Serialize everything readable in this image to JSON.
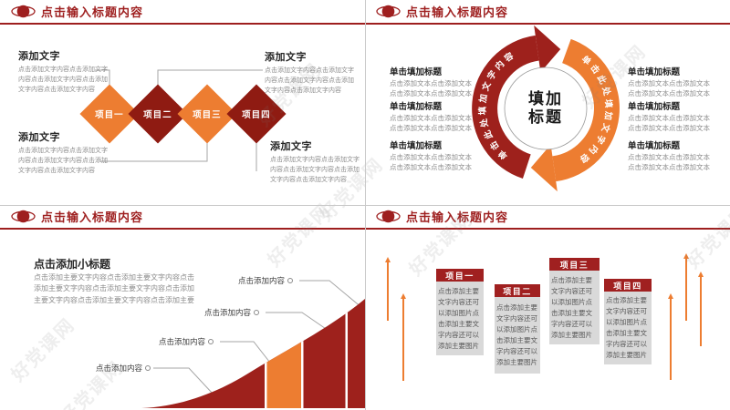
{
  "colors": {
    "primary_red": "#9E1F1F",
    "shape_red": "#8F1B12",
    "chart_red": "#9E211C",
    "orange": "#ED7D31",
    "card_header_red": "#A02020",
    "card_bg": "#D9D9D9",
    "body_gray": "#8C8C8C",
    "dark_text": "#262626",
    "line_gray": "#A6A6A6",
    "divider_gray": "#C9C9C9"
  },
  "watermark": {
    "text": "好党课网"
  },
  "slides": {
    "s1": {
      "header_title": "点击输入标题内容",
      "diamonds": [
        {
          "label": "项目一"
        },
        {
          "label": "项目二"
        },
        {
          "label": "项目三"
        },
        {
          "label": "项目四"
        }
      ],
      "blocks": [
        {
          "heading": "添加文字",
          "body": "点击添加文字内容点击添加文字内容点击添加文字内容点击添加文字内容点击添加文字内容"
        },
        {
          "heading": "添加文字",
          "body": "点击添加文字内容点击添加文字内容点击添加文字内容点击添加文字内容点击添加文字内容"
        },
        {
          "heading": "添加文字",
          "body": "点击添加文字内容点击添加文字内容点击添加文字内容点击添加文字内容点击添加文字内容"
        },
        {
          "heading": "添加文字",
          "body": "点击添加文字内容点击添加文字内容点击添加文字内容点击添加文字内容点击添加文字内容"
        }
      ]
    },
    "s2": {
      "header_title": "点击输入标题内容",
      "center_title_line1": "填加",
      "center_title_line2": "标题",
      "red_arc_text": "单击此处填加文字内容",
      "orange_arc_text": "单击此处填加文字内容",
      "left_blocks": [
        {
          "heading": "单击填加标题",
          "body": "点击添加文本点击添加文本点击添加文本点击添加文本"
        },
        {
          "heading": "单击填加标题",
          "body": "点击添加文本点击添加文本点击添加文本点击添加文本"
        },
        {
          "heading": "单击填加标题",
          "body": "点击添加文本点击添加文本点击添加文本点击添加文本"
        }
      ],
      "right_blocks": [
        {
          "heading": "单击填加标题",
          "body": "点击添加文本点击添加文本点击添加文本点击添加文本"
        },
        {
          "heading": "单击填加标题",
          "body": "点击添加文本点击添加文本点击添加文本点击添加文本"
        },
        {
          "heading": "单击填加标题",
          "body": "点击添加文本点击添加文本点击添加文本点击添加文本"
        }
      ]
    },
    "s3": {
      "header_title": "点击输入标题内容",
      "subtitle": "点击添加小标题",
      "body": "点击添加主要文字内容点击添加主要文字内容点击添加主要文字内容点击添加主要文字内容点击添加主要文字内容点击添加主要文字内容点击添加主要",
      "callouts": [
        {
          "label": "点击添加内容"
        },
        {
          "label": "点击添加内容"
        },
        {
          "label": "点击添加内容"
        },
        {
          "label": "点击添加内容"
        }
      ]
    },
    "s4": {
      "header_title": "点击输入标题内容",
      "cards": [
        {
          "title": "项目一",
          "body": "点击添加主要文字内容还可以添加图片点击添加主要文字内容还可以添加主要图片"
        },
        {
          "title": "项目二",
          "body": "点击添加主要文字内容还可以添加图片点击添加主要文字内容还可以添加主要图片"
        },
        {
          "title": "项目三",
          "body": "点击添加主要文字内容还可以添加图片点击添加主要文字内容还可以添加主要图片"
        },
        {
          "title": "项目四",
          "body": "点击添加主要文字内容还可以添加图片点击添加主要文字内容还可以添加主要图片"
        }
      ]
    }
  }
}
